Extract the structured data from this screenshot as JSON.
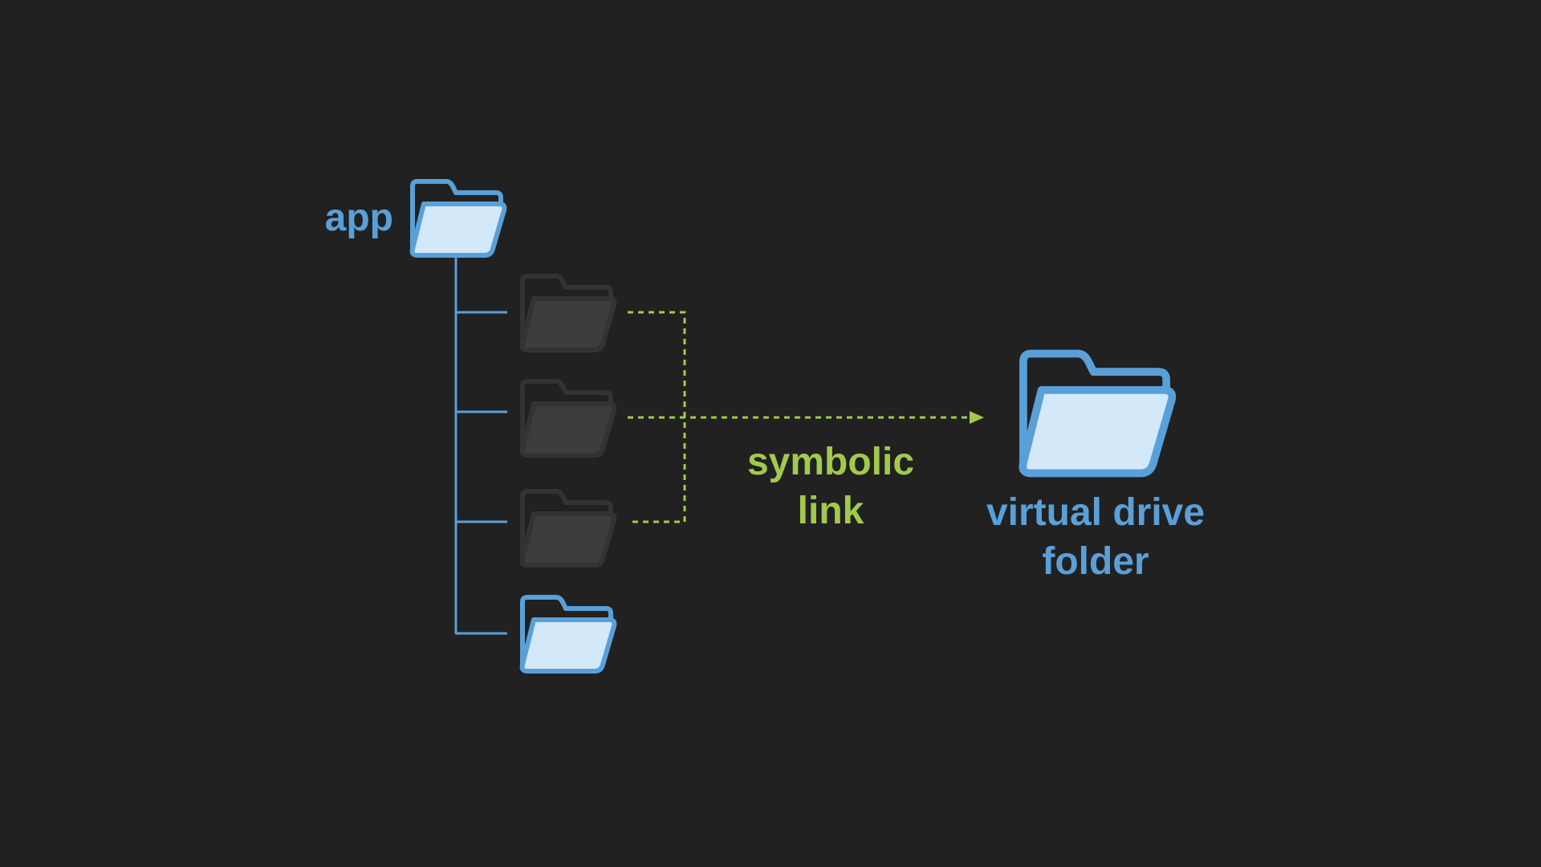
{
  "labels": {
    "app": "app",
    "symbolic_link": [
      "symbolic",
      "link"
    ],
    "virtual_drive_folder": [
      "virtual drive",
      "folder"
    ]
  },
  "icons": {
    "root_folder": "folder-open-icon",
    "subfolders": [
      "folder-open-icon",
      "folder-open-icon",
      "folder-open-icon",
      "folder-open-icon"
    ],
    "target_folder": "folder-open-icon"
  },
  "colors": {
    "background": "#212121",
    "blue_stroke": "#5aa0d8",
    "blue_fill": "#d3e8f9",
    "dim_stroke": "#333333",
    "dim_fill": "#3d3d3d",
    "link": "#a2c94d"
  }
}
